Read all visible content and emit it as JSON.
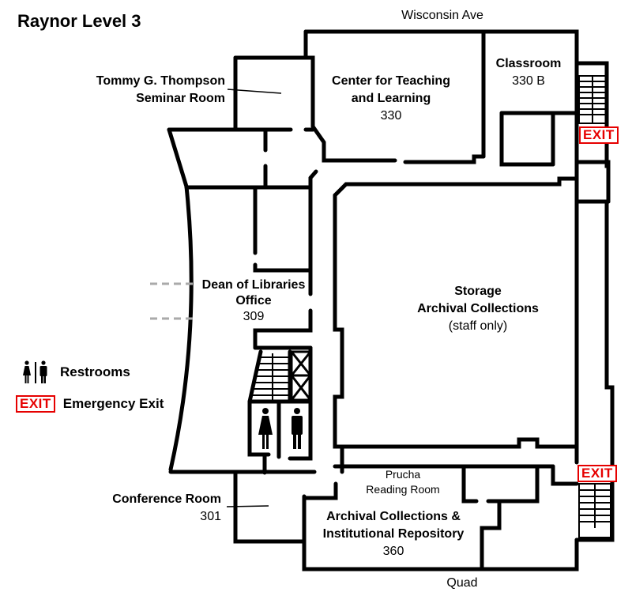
{
  "title": "Raynor Level 3",
  "streets": {
    "north": "Wisconsin Ave",
    "south": "Quad"
  },
  "rooms": {
    "seminar": {
      "name_line1": "Tommy G. Thompson",
      "name_line2": "Seminar Room"
    },
    "ctl": {
      "name_line1": "Center for Teaching",
      "name_line2": "and Learning",
      "number": "330"
    },
    "classroom": {
      "name": "Classroom",
      "number": "330 B"
    },
    "dean": {
      "name_line1": "Dean of Libraries",
      "name_line2": "Office",
      "number": "309"
    },
    "storage": {
      "name_line1": "Storage",
      "name_line2": "Archival Collections",
      "note": "(staff only)"
    },
    "prucha": {
      "name_line1": "Prucha",
      "name_line2": "Reading Room"
    },
    "archival": {
      "name_line1": "Archival Collections &",
      "name_line2": "Institutional Repository",
      "number": "360"
    },
    "conference": {
      "name": "Conference Room",
      "number": "301"
    }
  },
  "exit_label": "EXIT",
  "legend": {
    "restrooms": {
      "icon": "restroom-icon",
      "label": "Restrooms"
    },
    "exit": {
      "icon": "exit-sign-icon",
      "label": "Emergency Exit",
      "sign": "EXIT"
    }
  },
  "colors": {
    "exit": "#e60000",
    "wall": "#000000",
    "window_dash": "#aaaaaa"
  }
}
